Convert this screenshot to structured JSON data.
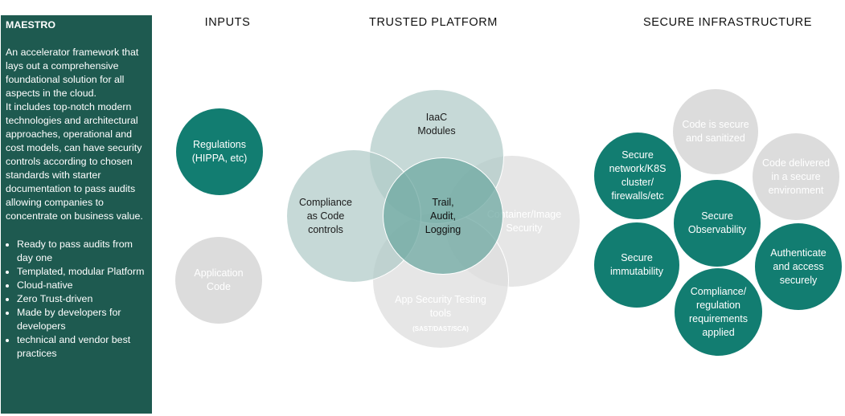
{
  "panel": {
    "title": "MAESTRO",
    "description": "An accelerator framework that lays out a comprehensive foundational solution for all aspects in the cloud.\nIt includes top-notch modern technologies and architectural approaches, operational and cost models, can have security controls according to chosen standards with starter documentation to pass audits allowing companies to concentrate on business value.",
    "bullets": [
      "Ready to pass audits from day one",
      "Templated, modular Platform",
      "Cloud-native",
      "Zero Trust-driven",
      "Made by developers for developers",
      "technical and vendor best practices"
    ]
  },
  "headings": {
    "inputs": "INPUTS",
    "platform": "TRUSTED PLATFORM",
    "infrastructure": "SECURE INFRASTRUCTURE"
  },
  "inputs": {
    "regulations": "Regulations\n(HIPPA, etc)",
    "app_code": "Application\nCode"
  },
  "platform": {
    "iaac": "IaaC\nModules",
    "compliance": "Compliance\nas Code\ncontrols",
    "container": "Container/Image\nSecurity",
    "app_sec": "App Security Testing\ntools",
    "app_sec_sub": "(SAST/DAST/SCA)",
    "trail": "Trail,\nAudit,\nLogging"
  },
  "infrastructure": {
    "code_secure": "Code is secure\nand sanitized",
    "code_delivered": "Code delivered\nin a secure\nenvironment",
    "network": "Secure\nnetwork/K8S\ncluster/\nfirewalls/etc",
    "observability": "Secure\nObservability",
    "authenticate": "Authenticate\nand access\nsecurely",
    "immutability": "Secure\nimmutability",
    "compliance_req": "Compliance/\nregulation\nrequirements\napplied"
  },
  "colors": {
    "panel_bg": "#1e5a50",
    "teal": "#127d71",
    "grey": "#dcdcdc",
    "pale_teal": "#b0cbc7"
  }
}
